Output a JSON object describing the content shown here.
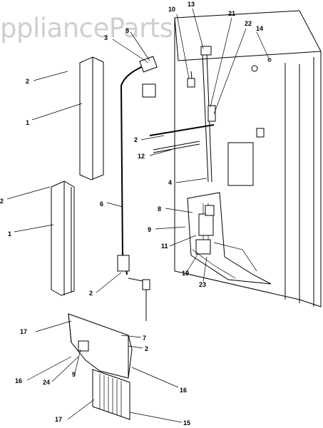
{
  "watermark": {
    "text": "ppliancePartsPros.com"
  },
  "callouts": {
    "c1a": "1",
    "c1b": "1",
    "c2a": "2",
    "c2b": "2",
    "c2c": "2",
    "c2d": "2",
    "c2e": "2",
    "c3": "3",
    "c4": "4",
    "c5": "5",
    "c6": "6",
    "c7": "7",
    "c8": "8",
    "c9": "9",
    "c10": "10",
    "c11": "11",
    "c12": "12",
    "c13": "13",
    "c14": "14",
    "c15": "15",
    "c16a": "16",
    "c16b": "16",
    "c17a": "17",
    "c17b": "17",
    "c19": "19",
    "c21": "21",
    "c22": "22",
    "c23": "23",
    "c24": "24"
  }
}
